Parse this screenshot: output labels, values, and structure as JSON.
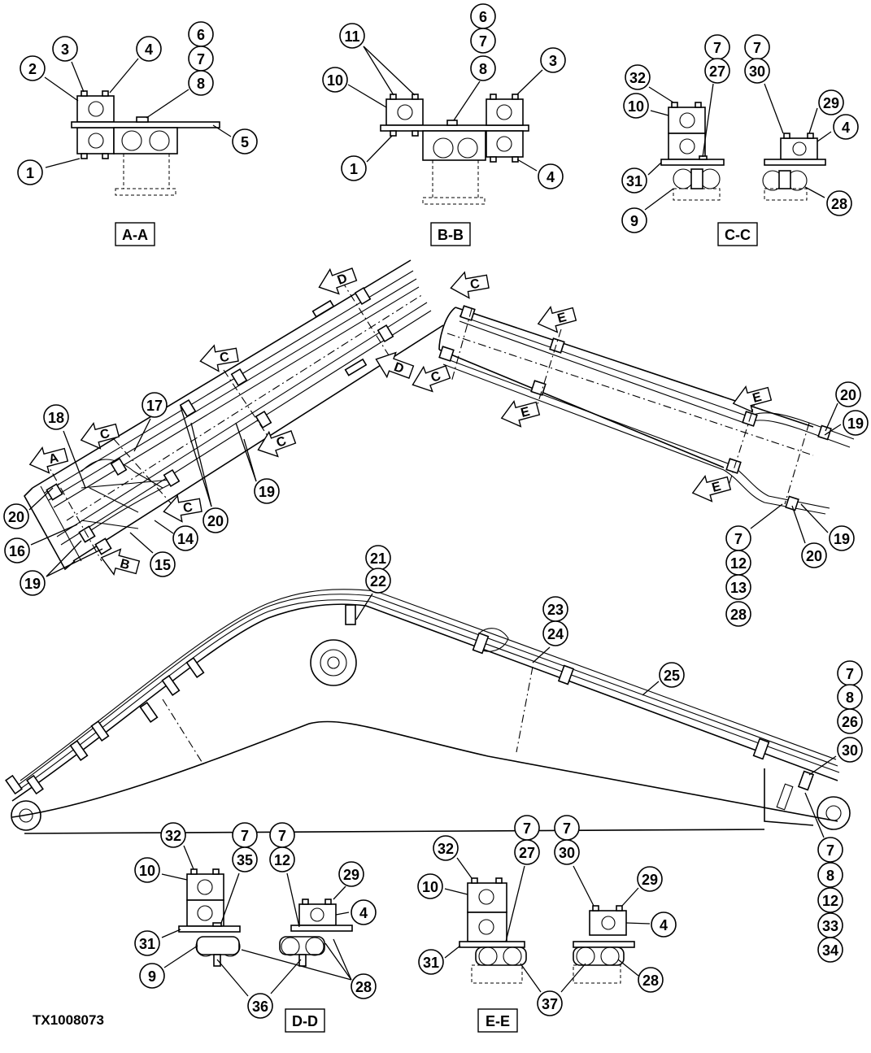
{
  "figure_id": "TX1008073",
  "section_labels": [
    "A-A",
    "B-B",
    "C-C",
    "D-D",
    "E-E"
  ],
  "section_arrow_letters": {
    "A": "A",
    "B": "B",
    "C": "C",
    "D": "D",
    "E": "E"
  },
  "callout_numbers": [
    "1",
    "2",
    "3",
    "4",
    "5",
    "6",
    "7",
    "8",
    "9",
    "10",
    "11",
    "12",
    "13",
    "14",
    "15",
    "16",
    "17",
    "18",
    "19",
    "20",
    "21",
    "22",
    "23",
    "24",
    "25",
    "26",
    "27",
    "28",
    "29",
    "30",
    "31",
    "32",
    "33",
    "34",
    "35",
    "36",
    "37"
  ]
}
